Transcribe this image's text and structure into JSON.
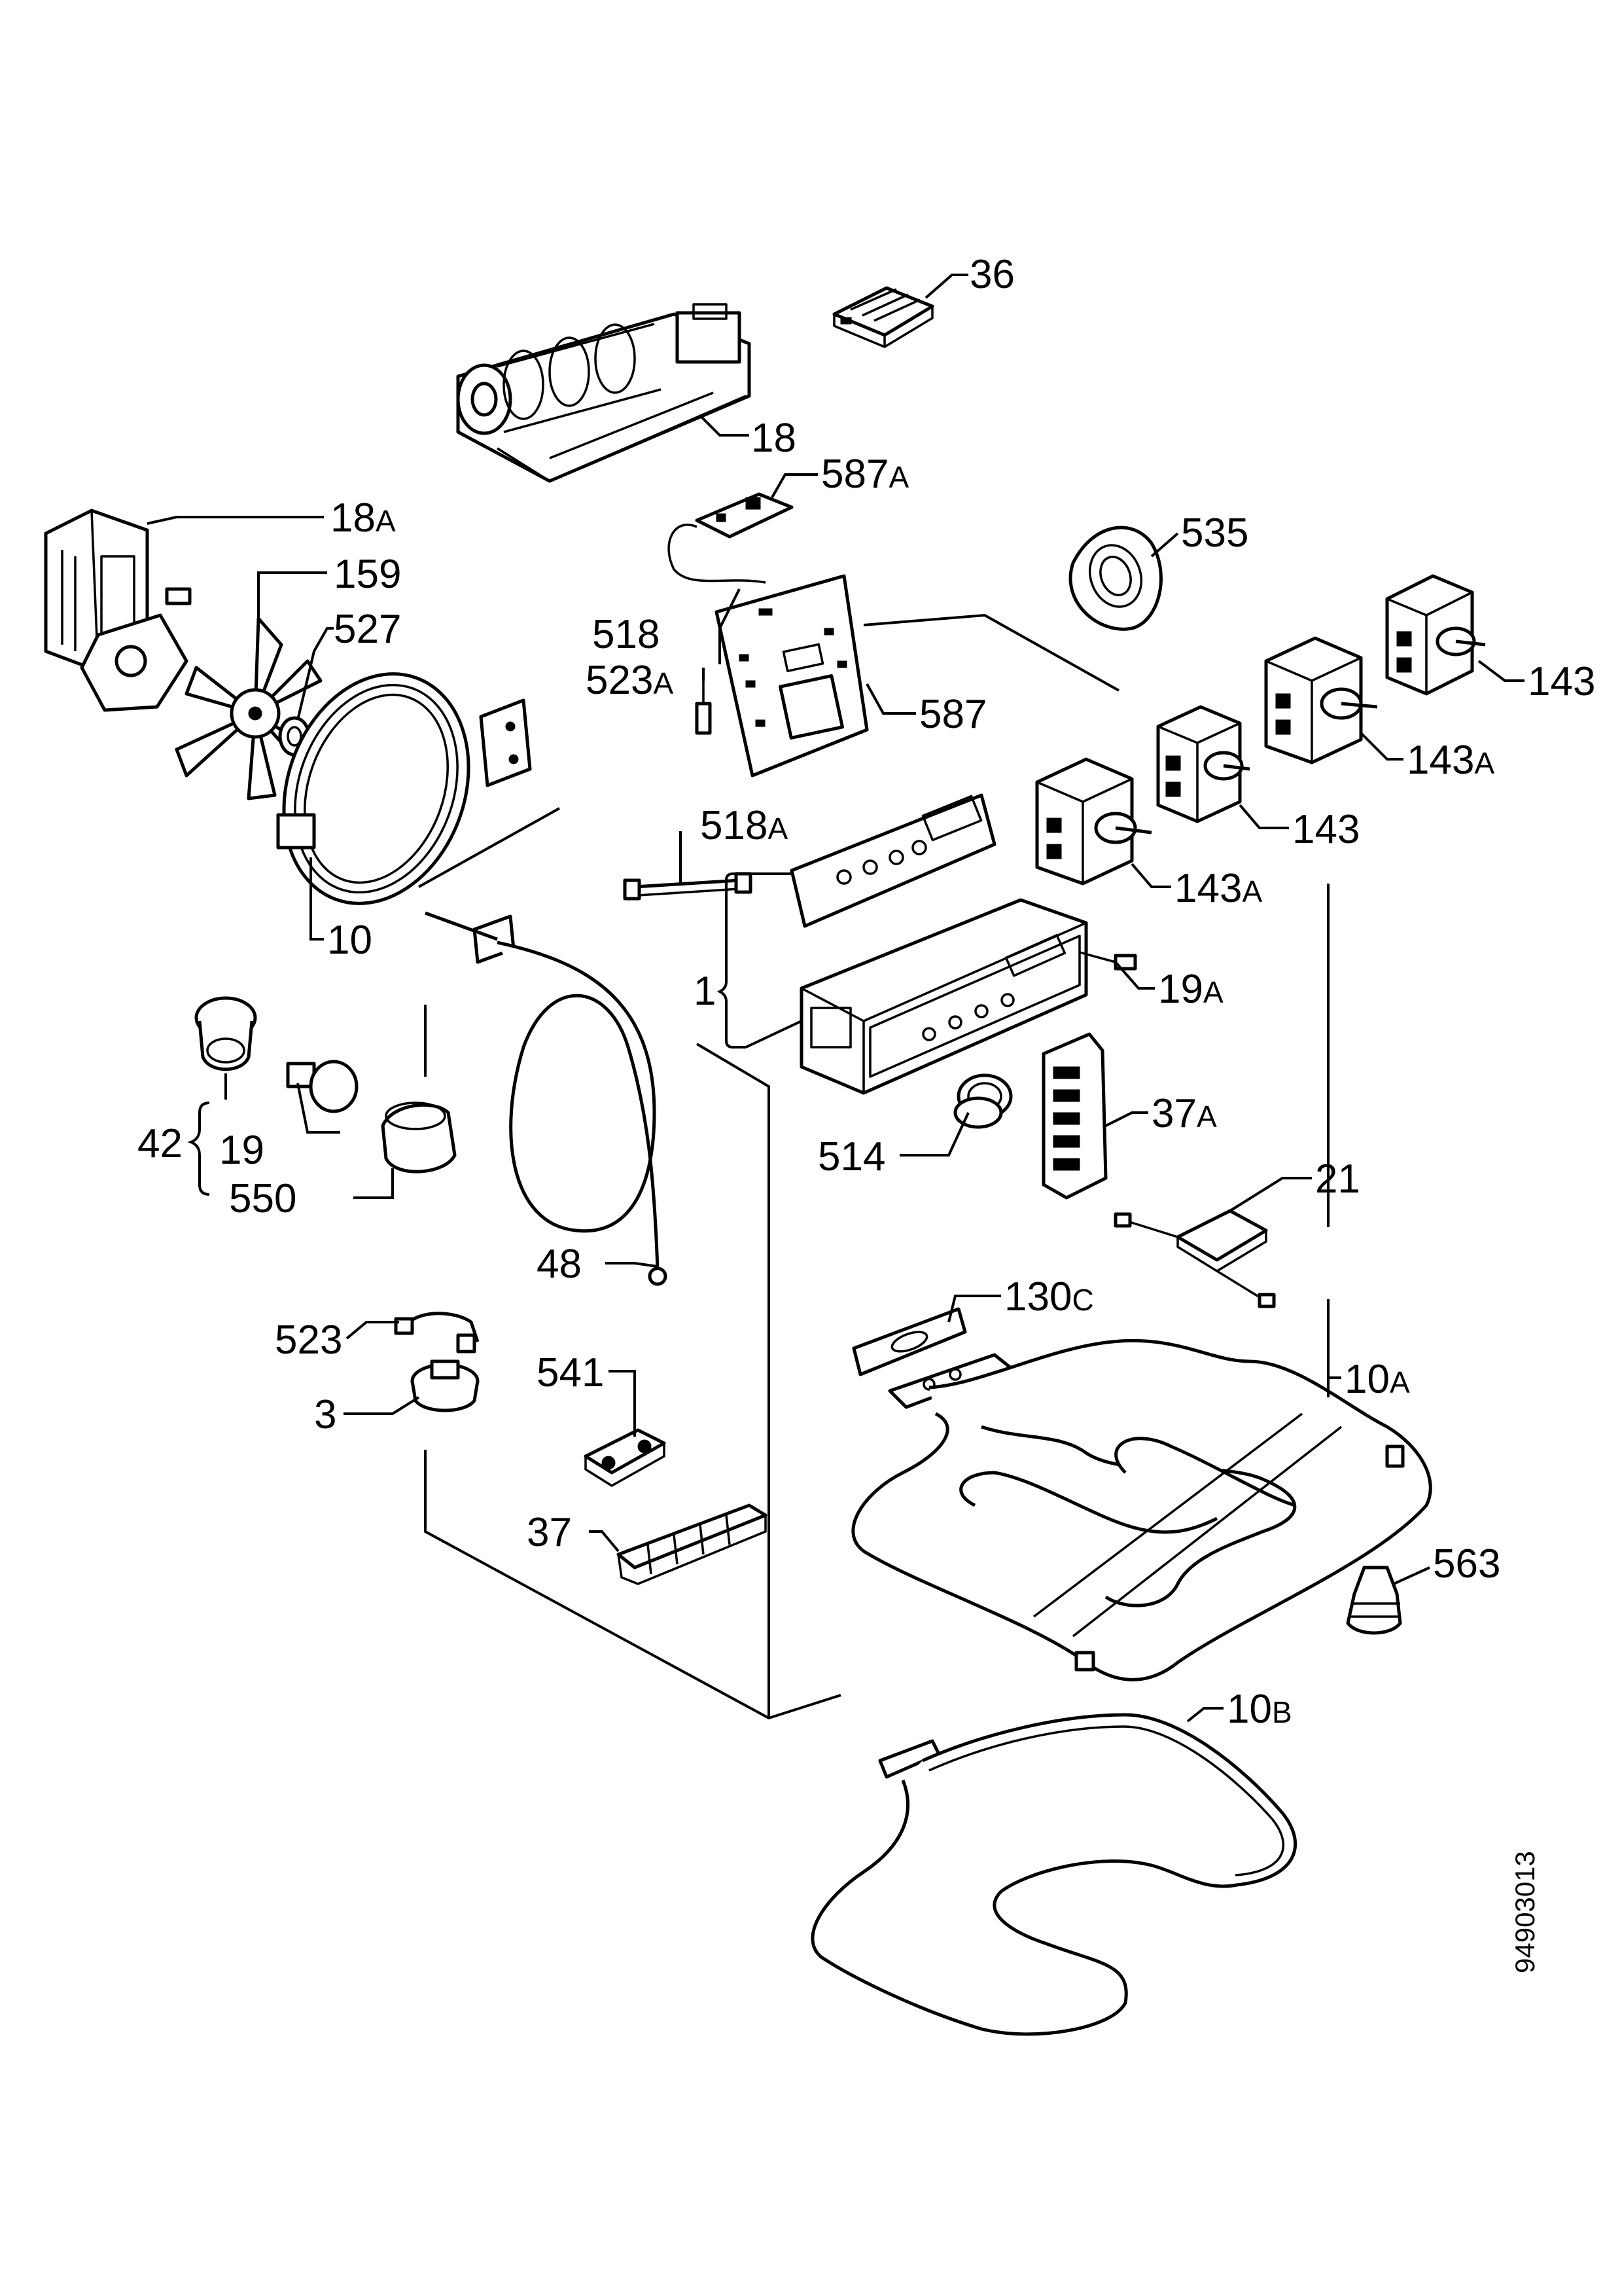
{
  "diagram": {
    "doc_number": "94903013",
    "parts": [
      {
        "key": "p36",
        "label": "36"
      },
      {
        "key": "p18",
        "label": "18"
      },
      {
        "key": "p587A",
        "label": "587",
        "suffix": "A"
      },
      {
        "key": "p18A",
        "label": "18",
        "suffix": "A"
      },
      {
        "key": "p159",
        "label": "159"
      },
      {
        "key": "p527",
        "label": "527"
      },
      {
        "key": "p535",
        "label": "535"
      },
      {
        "key": "p518",
        "label": "518"
      },
      {
        "key": "p523A",
        "label": "523",
        "suffix": "A"
      },
      {
        "key": "p587",
        "label": "587"
      },
      {
        "key": "p143a",
        "label": "143"
      },
      {
        "key": "p143Aa",
        "label": "143",
        "suffix": "A"
      },
      {
        "key": "p143b",
        "label": "143"
      },
      {
        "key": "p518A",
        "label": "518",
        "suffix": "A"
      },
      {
        "key": "p143Ab",
        "label": "143",
        "suffix": "A"
      },
      {
        "key": "p10",
        "label": "10"
      },
      {
        "key": "p1",
        "label": "1"
      },
      {
        "key": "p19A",
        "label": "19",
        "suffix": "A"
      },
      {
        "key": "p42",
        "label": "42"
      },
      {
        "key": "p19",
        "label": "19"
      },
      {
        "key": "p37A",
        "label": "37",
        "suffix": "A"
      },
      {
        "key": "p514",
        "label": "514"
      },
      {
        "key": "p550",
        "label": "550"
      },
      {
        "key": "p21",
        "label": "21"
      },
      {
        "key": "p48",
        "label": "48"
      },
      {
        "key": "p130C",
        "label": "130",
        "suffix": "C"
      },
      {
        "key": "p523",
        "label": "523"
      },
      {
        "key": "p541",
        "label": "541"
      },
      {
        "key": "p10A",
        "label": "10",
        "suffix": "A"
      },
      {
        "key": "p3",
        "label": "3"
      },
      {
        "key": "p37",
        "label": "37"
      },
      {
        "key": "p563",
        "label": "563"
      },
      {
        "key": "p10B",
        "label": "10",
        "suffix": "B"
      }
    ]
  }
}
